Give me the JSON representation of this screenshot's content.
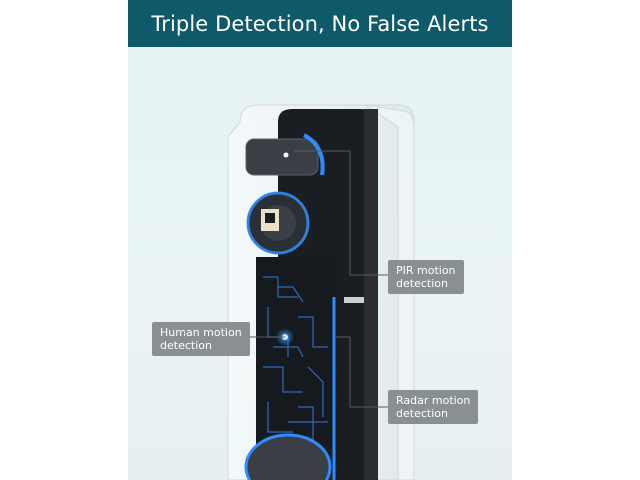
{
  "header": {
    "title": "Triple Detection, No False Alerts"
  },
  "callouts": {
    "pir": {
      "line1": "PIR motion",
      "line2": "detection"
    },
    "human": {
      "line1": "Human motion",
      "line2": "detection"
    },
    "radar": {
      "line1": "Radar motion",
      "line2": "detection"
    }
  },
  "colors": {
    "header_bg": "#0e5a6b",
    "callout_bg": "#8a8f94",
    "glow": "#1e90ff",
    "device_body": "#1a1d21"
  }
}
